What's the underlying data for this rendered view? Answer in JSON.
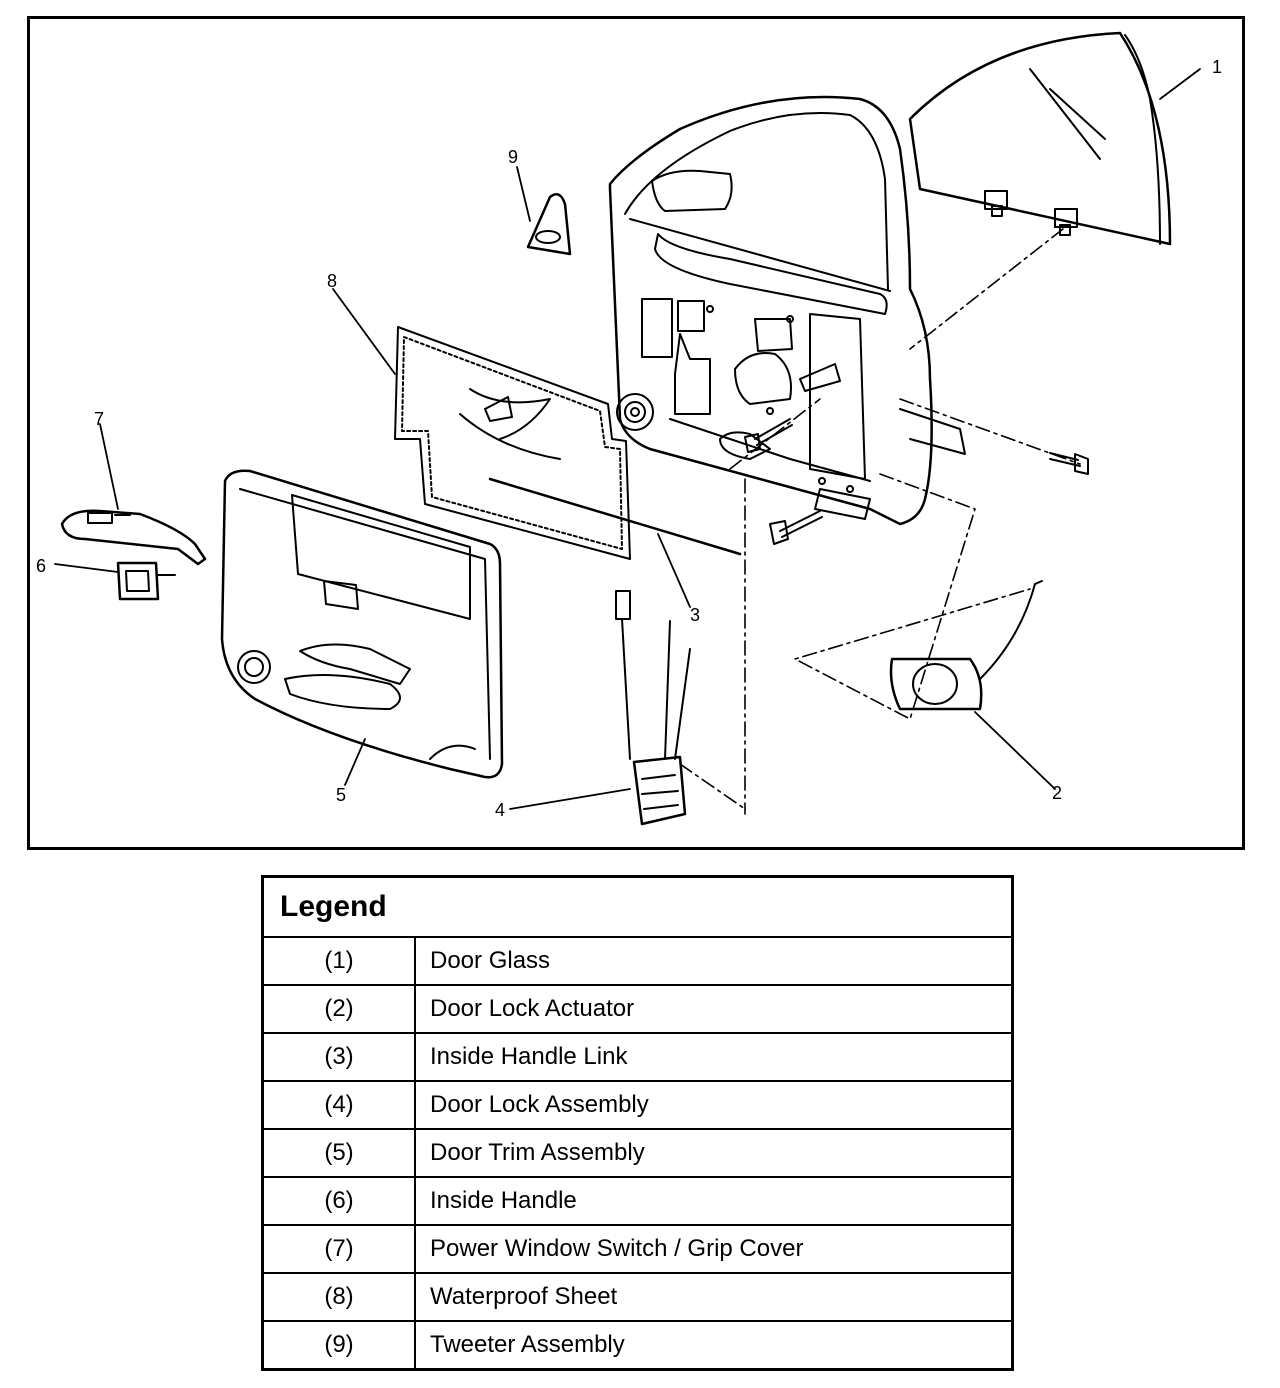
{
  "diagram": {
    "callouts": [
      {
        "id": "1",
        "label": "1"
      },
      {
        "id": "2",
        "label": "2"
      },
      {
        "id": "3",
        "label": "3"
      },
      {
        "id": "4",
        "label": "4"
      },
      {
        "id": "5",
        "label": "5"
      },
      {
        "id": "6",
        "label": "6"
      },
      {
        "id": "7",
        "label": "7"
      },
      {
        "id": "8",
        "label": "8"
      },
      {
        "id": "9",
        "label": "9"
      }
    ]
  },
  "legend": {
    "title": "Legend",
    "rows": [
      {
        "num": "(1)",
        "desc": "Door Glass"
      },
      {
        "num": "(2)",
        "desc": "Door Lock Actuator"
      },
      {
        "num": "(3)",
        "desc": "Inside Handle Link"
      },
      {
        "num": "(4)",
        "desc": "Door Lock Assembly"
      },
      {
        "num": "(5)",
        "desc": "Door Trim Assembly"
      },
      {
        "num": "(6)",
        "desc": "Inside Handle"
      },
      {
        "num": "(7)",
        "desc": "Power Window Switch / Grip Cover"
      },
      {
        "num": "(8)",
        "desc": "Waterproof Sheet"
      },
      {
        "num": "(9)",
        "desc": "Tweeter Assembly"
      }
    ]
  }
}
